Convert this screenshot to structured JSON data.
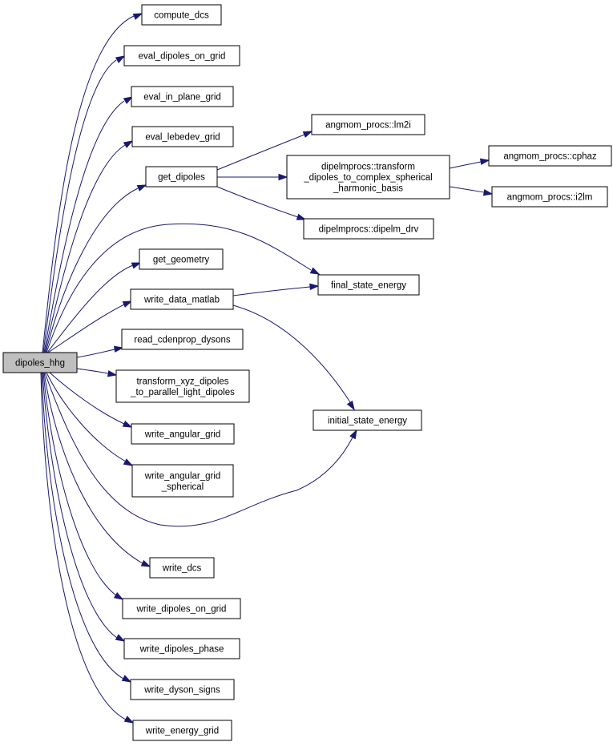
{
  "colors": {
    "edge": "#191970",
    "root_fill": "#bfbfbf",
    "node_fill": "#ffffff",
    "node_border": "#000000"
  },
  "nodes": {
    "dipoles_hhg": [
      "dipoles_hhg"
    ],
    "compute_dcs": [
      "compute_dcs"
    ],
    "eval_dipoles_on_grid": [
      "eval_dipoles_on_grid"
    ],
    "eval_in_plane_grid": [
      "eval_in_plane_grid"
    ],
    "eval_lebedev_grid": [
      "eval_lebedev_grid"
    ],
    "get_dipoles": [
      "get_dipoles"
    ],
    "angmom_lm2i": [
      "angmom_procs::lm2i"
    ],
    "dipelm_transform": [
      "dipelmprocs::transform",
      "_dipoles_to_complex_spherical",
      "_harmonic_basis"
    ],
    "angmom_cphaz": [
      "angmom_procs::cphaz"
    ],
    "angmom_i2lm": [
      "angmom_procs::i2lm"
    ],
    "dipelm_drv": [
      "dipelmprocs::dipelm_drv"
    ],
    "get_geometry": [
      "get_geometry"
    ],
    "write_data_matlab": [
      "write_data_matlab"
    ],
    "final_state_energy": [
      "final_state_energy"
    ],
    "read_cdenprop_dysons": [
      "read_cdenprop_dysons"
    ],
    "transform_xyz": [
      "transform_xyz_dipoles",
      "_to_parallel_light_dipoles"
    ],
    "initial_state_energy": [
      "initial_state_energy"
    ],
    "write_angular_grid": [
      "write_angular_grid"
    ],
    "write_angular_grid_spherical": [
      "write_angular_grid",
      "_spherical"
    ],
    "write_dcs": [
      "write_dcs"
    ],
    "write_dipoles_on_grid": [
      "write_dipoles_on_grid"
    ],
    "write_dipoles_phase": [
      "write_dipoles_phase"
    ],
    "write_dyson_signs": [
      "write_dyson_signs"
    ],
    "write_energy_grid": [
      "write_energy_grid"
    ]
  },
  "edges": [
    [
      "dipoles_hhg",
      "compute_dcs"
    ],
    [
      "dipoles_hhg",
      "eval_dipoles_on_grid"
    ],
    [
      "dipoles_hhg",
      "eval_in_plane_grid"
    ],
    [
      "dipoles_hhg",
      "eval_lebedev_grid"
    ],
    [
      "dipoles_hhg",
      "get_dipoles"
    ],
    [
      "dipoles_hhg",
      "final_state_energy"
    ],
    [
      "dipoles_hhg",
      "get_geometry"
    ],
    [
      "dipoles_hhg",
      "write_data_matlab"
    ],
    [
      "dipoles_hhg",
      "read_cdenprop_dysons"
    ],
    [
      "dipoles_hhg",
      "transform_xyz"
    ],
    [
      "dipoles_hhg",
      "write_angular_grid"
    ],
    [
      "dipoles_hhg",
      "write_angular_grid_spherical"
    ],
    [
      "dipoles_hhg",
      "initial_state_energy"
    ],
    [
      "dipoles_hhg",
      "write_dcs"
    ],
    [
      "dipoles_hhg",
      "write_dipoles_on_grid"
    ],
    [
      "dipoles_hhg",
      "write_dipoles_phase"
    ],
    [
      "dipoles_hhg",
      "write_dyson_signs"
    ],
    [
      "dipoles_hhg",
      "write_energy_grid"
    ],
    [
      "get_dipoles",
      "angmom_lm2i"
    ],
    [
      "get_dipoles",
      "dipelm_transform"
    ],
    [
      "get_dipoles",
      "dipelm_drv"
    ],
    [
      "dipelm_transform",
      "angmom_cphaz"
    ],
    [
      "dipelm_transform",
      "angmom_i2lm"
    ],
    [
      "write_data_matlab",
      "final_state_energy"
    ],
    [
      "write_data_matlab",
      "initial_state_energy"
    ]
  ]
}
